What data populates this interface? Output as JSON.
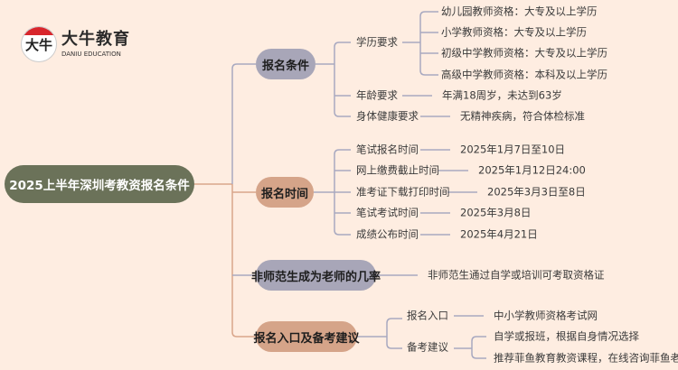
{
  "logo": {
    "mark": "大牛",
    "name_cn": "大牛教育",
    "name_en": "DANIU EDUCATION"
  },
  "root": "2025上半年深圳考教资报名条件",
  "branches": {
    "conditions": {
      "label": "报名条件",
      "education": {
        "label": "学历要求",
        "items": [
          "幼儿园教师资格：大专及以上学历",
          "小学教师资格：大专及以上学历",
          "初级中学教师资格：大专及以上学历",
          "高级中学教师资格：本科及以上学历"
        ]
      },
      "age": {
        "label": "年龄要求",
        "value": "年满18周岁，未达到63岁"
      },
      "health": {
        "label": "身体健康要求",
        "value": "无精神疾病，符合体检标准"
      }
    },
    "time": {
      "label": "报名时间",
      "items": [
        {
          "label": "笔试报名时间",
          "value": "2025年1月7日至10日"
        },
        {
          "label": "网上缴费截止时间",
          "value": "2025年1月12日24:00"
        },
        {
          "label": "准考证下载打印时间",
          "value": "2025年3月3日至8日"
        },
        {
          "label": "笔试考试时间",
          "value": "2025年3月8日"
        },
        {
          "label": "成绩公布时间",
          "value": "2025年4月21日"
        }
      ]
    },
    "nonnormal": {
      "label": "非师范生成为老师的几率",
      "value": "非师范生通过自学或培训可考取资格证"
    },
    "entry": {
      "label": "报名入口及备考建议",
      "portal": {
        "label": "报名入口",
        "value": "中小学教师资格考试网"
      },
      "advice": {
        "label": "备考建议",
        "items": [
          "自学或报班，根据自身情况选择",
          "推荐菲鱼教育教资课程，在线咨询菲鱼老师"
        ]
      }
    }
  },
  "colors": {
    "background": "#feede1",
    "root": "#6b7259",
    "gray": "#a8a6b8",
    "brown": "#d5a489"
  }
}
